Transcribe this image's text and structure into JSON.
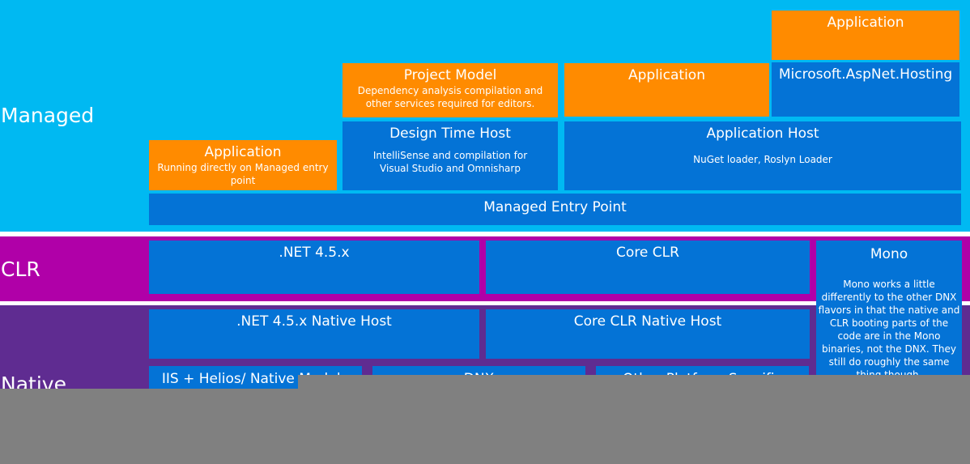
{
  "colors": {
    "managed_band": "#00b9f2",
    "clr_band": "#b000a8",
    "native_band": "#5f2c91",
    "box_blue": "#0473d6",
    "box_orange": "#ff8b00",
    "separator": "#ffffff",
    "occluder": "#808080"
  },
  "bands": {
    "managed": "Managed",
    "clr": "CLR",
    "native": "Native"
  },
  "managed": {
    "application_top": {
      "title": "Application"
    },
    "aspnet_hosting": {
      "title": "Microsoft.AspNet.Hosting"
    },
    "project_model": {
      "title": "Project Model",
      "desc": "Dependency analysis compilation and other services required for editors."
    },
    "application_mid": {
      "title": "Application"
    },
    "design_time_host": {
      "title": "Design Time Host",
      "desc": "IntelliSense and compilation for Visual Studio and Omnisharp"
    },
    "application_host": {
      "title": "Application Host",
      "desc": "NuGet loader, Roslyn Loader"
    },
    "application_direct": {
      "title": "Application",
      "desc": "Running directly on Managed entry point"
    },
    "entry_point": {
      "title": "Managed Entry Point"
    }
  },
  "clr": {
    "net45": {
      "title": ".NET 4.5.x"
    },
    "coreclr": {
      "title": "Core CLR"
    },
    "mono": {
      "title": "Mono",
      "desc": "Mono works a little differently to the other DNX flavors in that the native and CLR booting parts of the code are in the Mono binaries, not the DNX. They still do roughly the same thing though."
    }
  },
  "native": {
    "net45_host": {
      "title": ".NET 4.5.x  Native Host"
    },
    "coreclr_host": {
      "title": "Core CLR Native Host"
    },
    "iis_helios": {
      "title": "IIS + Helios/ Native Module"
    },
    "dnx": {
      "title": "DNX"
    },
    "other_platform": {
      "title": "Other Platform Specific"
    }
  }
}
